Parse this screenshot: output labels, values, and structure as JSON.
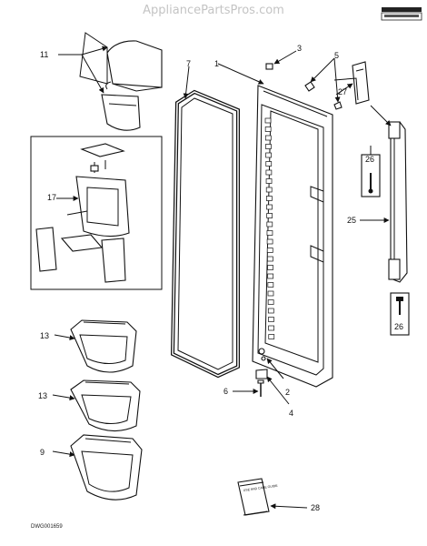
{
  "watermark": "AppliancePartsPros.com",
  "drawing_code": "DWG001659",
  "callouts": {
    "door_assembly": "1",
    "hinge_bushing": "2",
    "hinge_pin_cap": "3",
    "door_stop": "4",
    "hinge_shim": "5",
    "screw": "6",
    "gasket": "7",
    "bin_large": "9",
    "dairy_door": "11",
    "bin_middle": "13",
    "bin_lower": "13",
    "dispenser_assembly": "17",
    "handle": "25",
    "screw_top": "26",
    "screw_bottom": "26",
    "cap": "27",
    "manual": "28"
  },
  "manual_text": "USE AND CARE GUIDE"
}
